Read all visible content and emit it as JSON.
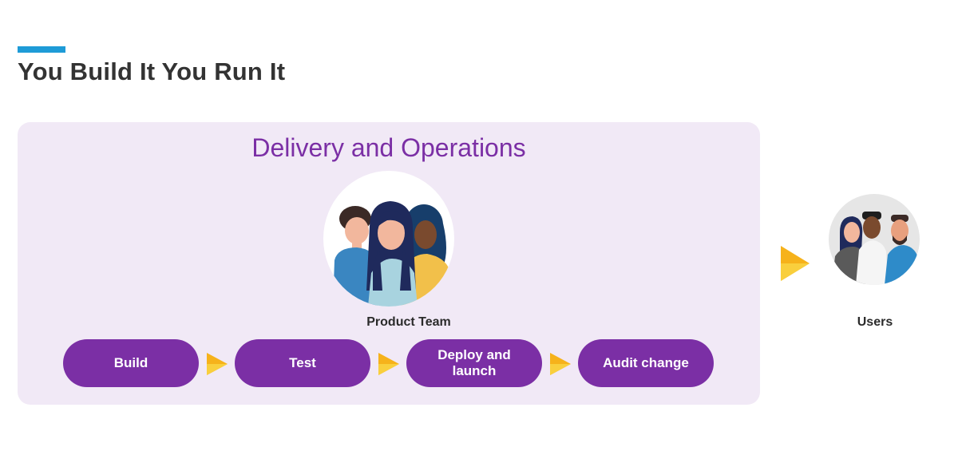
{
  "header": {
    "title": "You Build It You Run It",
    "accent_color": "#1E9BD7"
  },
  "panel": {
    "title": "Delivery and Operations",
    "background_color": "#F1E9F6",
    "team": {
      "label": "Product Team",
      "icon": "product-team-illustration"
    },
    "steps": [
      {
        "label": "Build"
      },
      {
        "label": "Test"
      },
      {
        "label": "Deploy and launch"
      },
      {
        "label": "Audit change"
      }
    ],
    "step_color": "#7B2FA5",
    "arrow_color": "#F6B21B"
  },
  "users": {
    "label": "Users",
    "icon": "users-illustration"
  }
}
